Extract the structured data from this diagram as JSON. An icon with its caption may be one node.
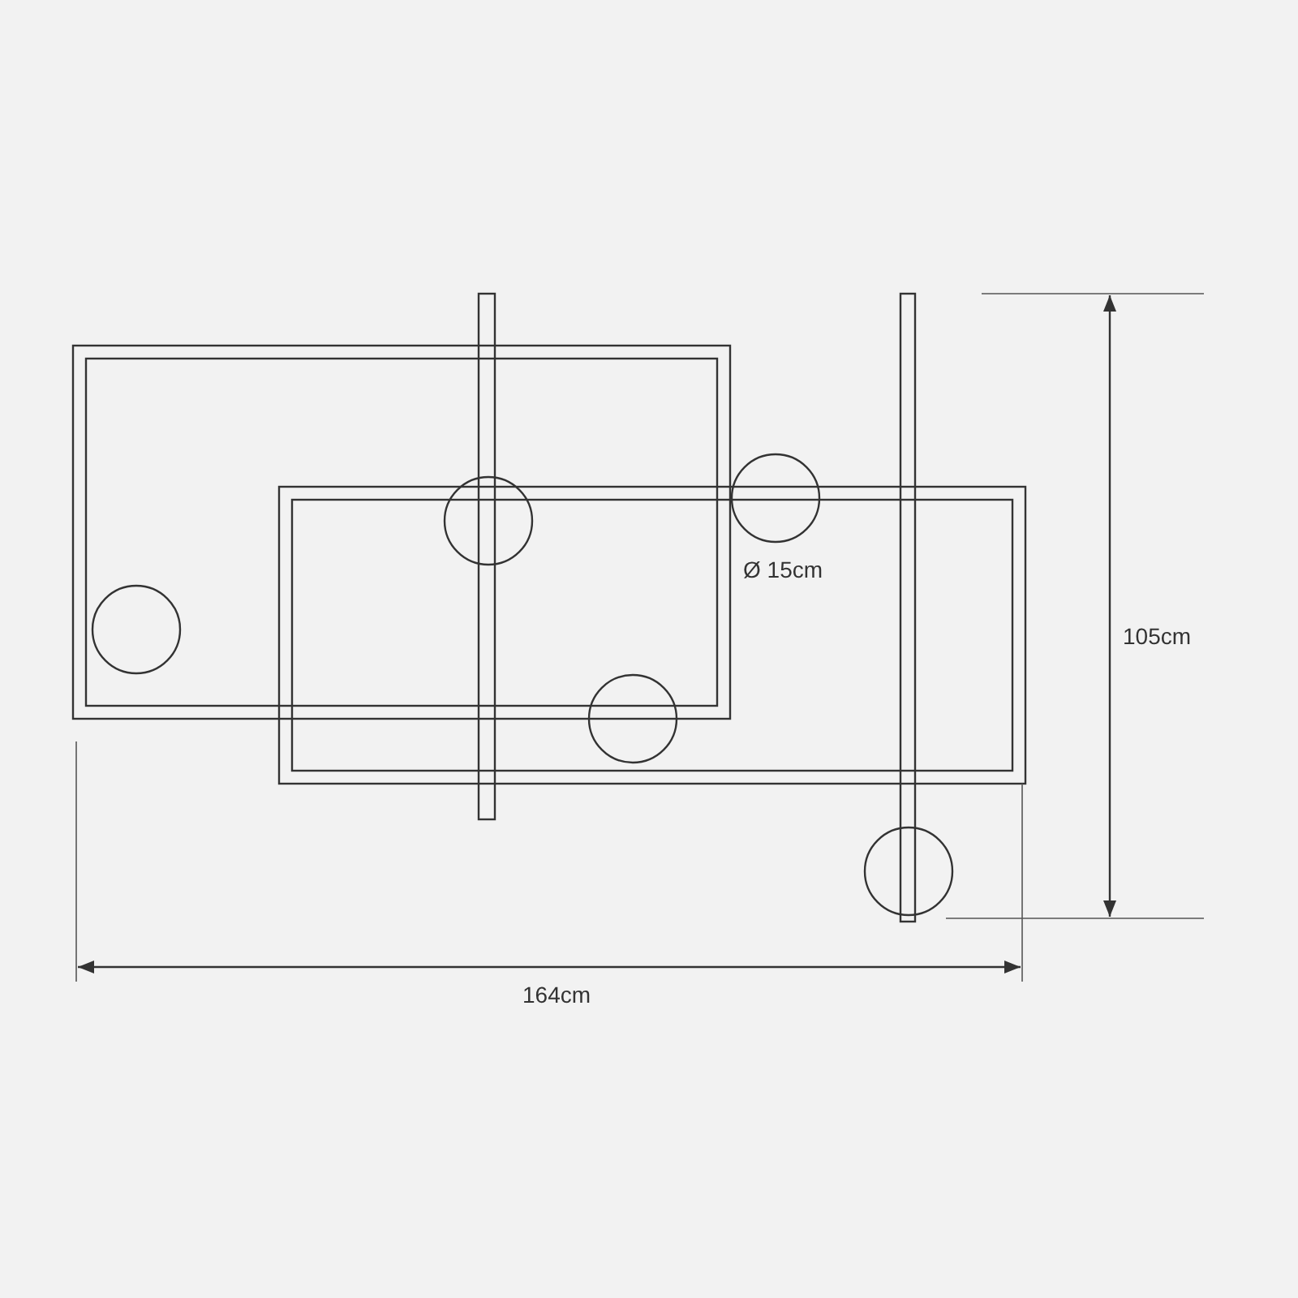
{
  "diagram": {
    "labels": [
      "Ø 15cm",
      "105cm",
      "164cm"
    ]
  }
}
